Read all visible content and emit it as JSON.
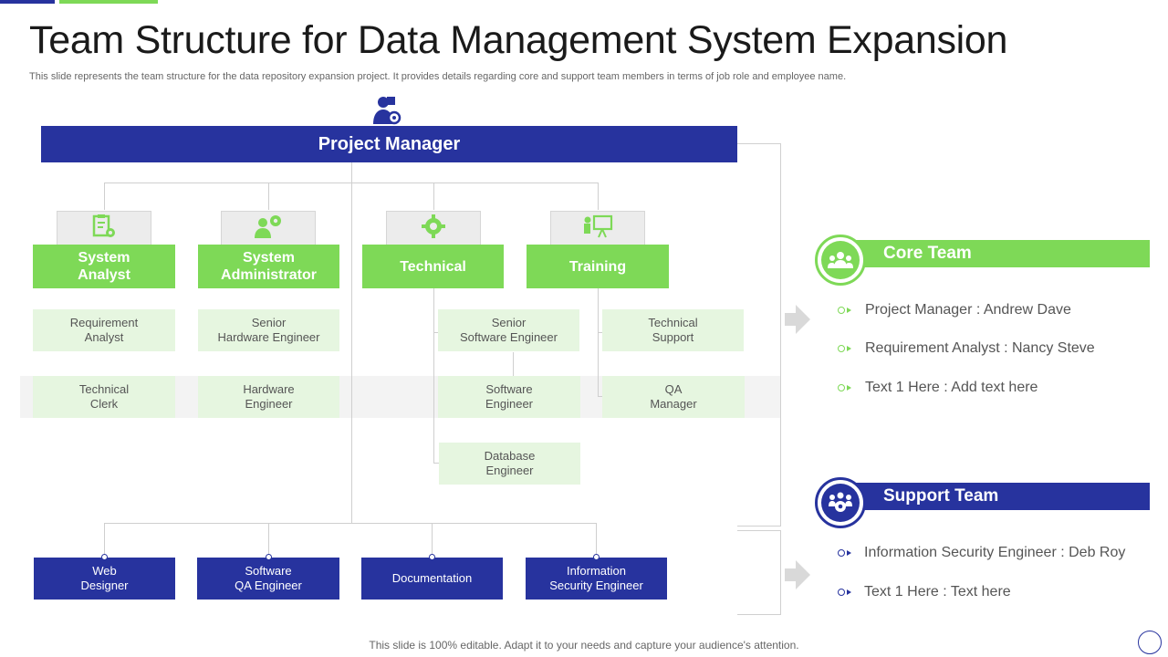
{
  "title": "Team Structure for Data Management System Expansion",
  "subtitle": "This slide represents the team structure for the data repository expansion project. It provides details regarding core and support team members in terms of job role and employee name.",
  "project_manager": "Project Manager",
  "categories": [
    {
      "label": "System\nAnalyst",
      "icon": "clipboard-gear-icon"
    },
    {
      "label": "System\nAdministrator",
      "icon": "user-gear-icon"
    },
    {
      "label": "Technical",
      "icon": "gear-icon"
    },
    {
      "label": "Training",
      "icon": "presentation-board-icon"
    }
  ],
  "sub_roles": {
    "system_analyst": [
      "Requirement\nAnalyst",
      "Technical\nClerk"
    ],
    "system_administrator": [
      "Senior\nHardware  Engineer",
      "Hardware\nEngineer"
    ],
    "technical": [
      "Senior\nSoftware Engineer",
      "Software\nEngineer",
      "Database\nEngineer"
    ],
    "training": [
      "Technical\nSupport",
      "QA\nManager"
    ]
  },
  "support_roles": [
    "Web\nDesigner",
    "Software\nQA Engineer",
    "Documentation",
    "Information\nSecurity Engineer"
  ],
  "core_team": {
    "heading": "Core Team",
    "icon": "group-icon",
    "items": [
      "Project Manager : Andrew Dave",
      "Requirement Analyst  : Nancy Steve",
      "Text  1 Here : Add text here"
    ]
  },
  "support_team": {
    "heading": "Support Team",
    "icon": "team-gear-icon",
    "items": [
      "Information  Security Engineer : Deb Roy",
      "Text  1 Here : Text here"
    ]
  },
  "footer": "This slide is 100% editable. Adapt it to your needs and capture your audience's attention.",
  "colors": {
    "navy": "#27339e",
    "green": "#7ed957",
    "light_green": "#e6f6e0",
    "gray": "#d9d9d9"
  }
}
